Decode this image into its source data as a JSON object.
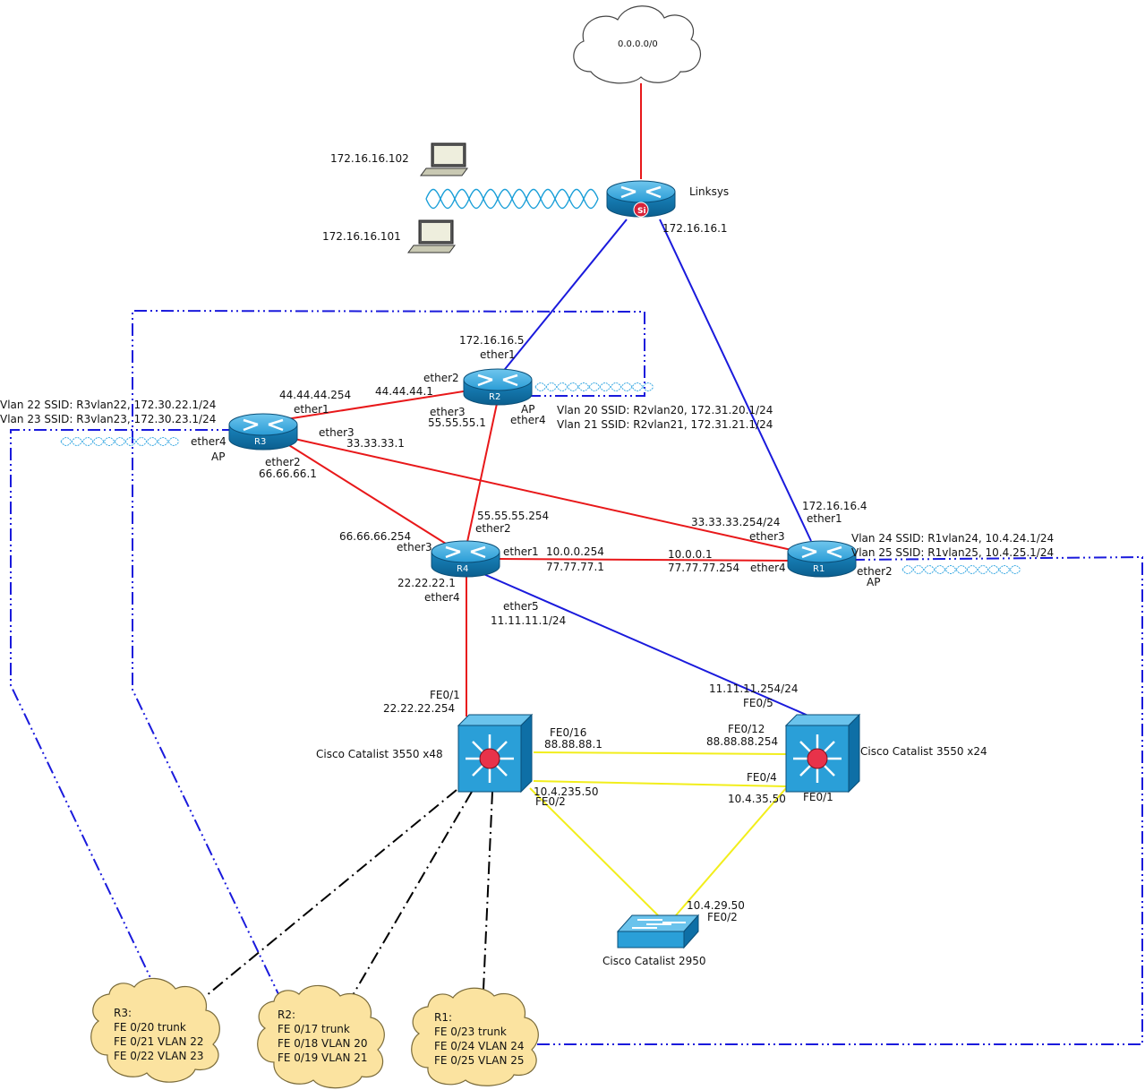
{
  "internet": {
    "label": "0.0.0.0/0"
  },
  "linksys": {
    "name": "Linksys",
    "ip": "172.16.16.1",
    "badge": "Si"
  },
  "laptops": [
    {
      "ip": "172.16.16.102"
    },
    {
      "ip": "172.16.16.101"
    }
  ],
  "r2": {
    "name": "R2",
    "ip_top": "172.16.16.5",
    "ether1": "ether1",
    "ether2": "ether2",
    "ether2_ip": "44.44.44.1",
    "ether3": "ether3",
    "ether3_ip": "55.55.55.1",
    "ap": "AP",
    "ether4": "ether4",
    "vlan20": "Vlan 20 SSID: R2vlan20, 172.31.20.1/24",
    "vlan21": "Vlan 21 SSID: R2vlan21, 172.31.21.1/24"
  },
  "r3": {
    "name": "R3",
    "ip_ether1": "44.44.44.254",
    "ether1": "ether1",
    "ether3": "ether3",
    "ether3_ip": "33.33.33.1",
    "ether4": "ether4",
    "ap": "AP",
    "ether2": "ether2",
    "ether2_ip": "66.66.66.1",
    "vlan22": "Vlan 22 SSID: R3vlan22, 172.30.22.1/24",
    "vlan23": "Vlan 23 SSID: R3vlan23, 172.30.23.1/24"
  },
  "r4": {
    "name": "R4",
    "ether2_ip": "55.55.55.254",
    "ether2": "ether2",
    "ether3_ip": "66.66.66.254",
    "ether3": "ether3",
    "ether1": "ether1",
    "ether1_ip_a": "10.0.0.254",
    "ether1_ip_b": "77.77.77.1",
    "ether4_ip": "22.22.22.1",
    "ether4": "ether4",
    "ether5": "ether5",
    "ether5_ip": "11.11.11.1/24"
  },
  "r1": {
    "name": "R1",
    "ip_top": "172.16.16.4",
    "ether1": "ether1",
    "ether3_ip": "33.33.33.254/24",
    "ether3": "ether3",
    "ip_a": "10.0.0.1",
    "ip_b": "77.77.77.254",
    "ether4": "ether4",
    "ether2": "ether2",
    "ap": "AP",
    "vlan24": "Vlan 24 SSID: R1vlan24, 10.4.24.1/24",
    "vlan25": "Vlan 25 SSID: R1vlan25, 10.4.25.1/24"
  },
  "sw48": {
    "name": "Cisco Catalist 3550 x48",
    "fe01": "FE0/1",
    "fe01_ip": "22.22.22.254",
    "fe016": "FE0/16",
    "fe016_ip": "88.88.88.1",
    "ip_235": "10.4.235.50",
    "fe02": "FE0/2"
  },
  "sw24": {
    "name": "Cisco Catalist 3550 x24",
    "ip_top": "11.11.11.254/24",
    "fe05": "FE0/5",
    "fe012": "FE0/12",
    "fe012_ip": "88.88.88.254",
    "fe04": "FE0/4",
    "ip_35": "10.4.35.50",
    "fe01": "FE0/1"
  },
  "sw2950": {
    "name": "Cisco Catalist 2950",
    "ip": "10.4.29.50",
    "fe02": "FE0/2"
  },
  "clouds": [
    {
      "title": "R3:",
      "l1": "FE 0/20 trunk",
      "l2": "FE 0/21 VLAN 22",
      "l3": "FE 0/22 VLAN 23"
    },
    {
      "title": "R2:",
      "l1": "FE 0/17 trunk",
      "l2": "FE 0/18 VLAN 20",
      "l3": "FE 0/19 VLAN 21"
    },
    {
      "title": "R1:",
      "l1": "FE 0/23 trunk",
      "l2": "FE 0/24 VLAN 24",
      "l3": "FE 0/25 VLAN 25"
    }
  ],
  "colors": {
    "router": "#1d8fc4",
    "switch": "#1f93c9",
    "cloud_fill": "#fbe3a0",
    "link_red": "#e8181a",
    "link_blue": "#1a1adc",
    "link_yellow": "#f2ee1c"
  }
}
